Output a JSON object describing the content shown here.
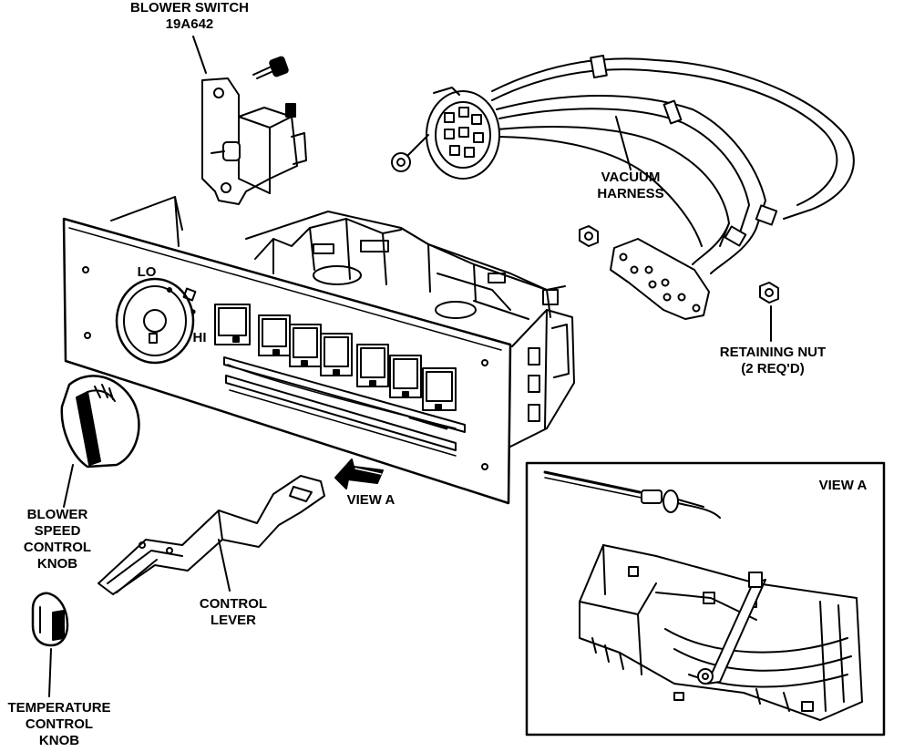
{
  "labels": {
    "blower_switch": [
      "BLOWER SWITCH",
      "19A642"
    ],
    "vacuum_harness": [
      "VACUUM",
      "HARNESS"
    ],
    "retaining_nut": [
      "RETAINING NUT",
      "(2 REQ'D)"
    ],
    "view_a_arrow": "VIEW A",
    "view_a_inset": "VIEW A",
    "blower_knob": [
      "BLOWER",
      "SPEED",
      "CONTROL",
      "KNOB"
    ],
    "control_lever": [
      "CONTROL",
      "LEVER"
    ],
    "temp_knob": [
      "TEMPERATURE",
      "CONTROL",
      "KNOB"
    ],
    "lo": "LO",
    "hi": "HI"
  }
}
